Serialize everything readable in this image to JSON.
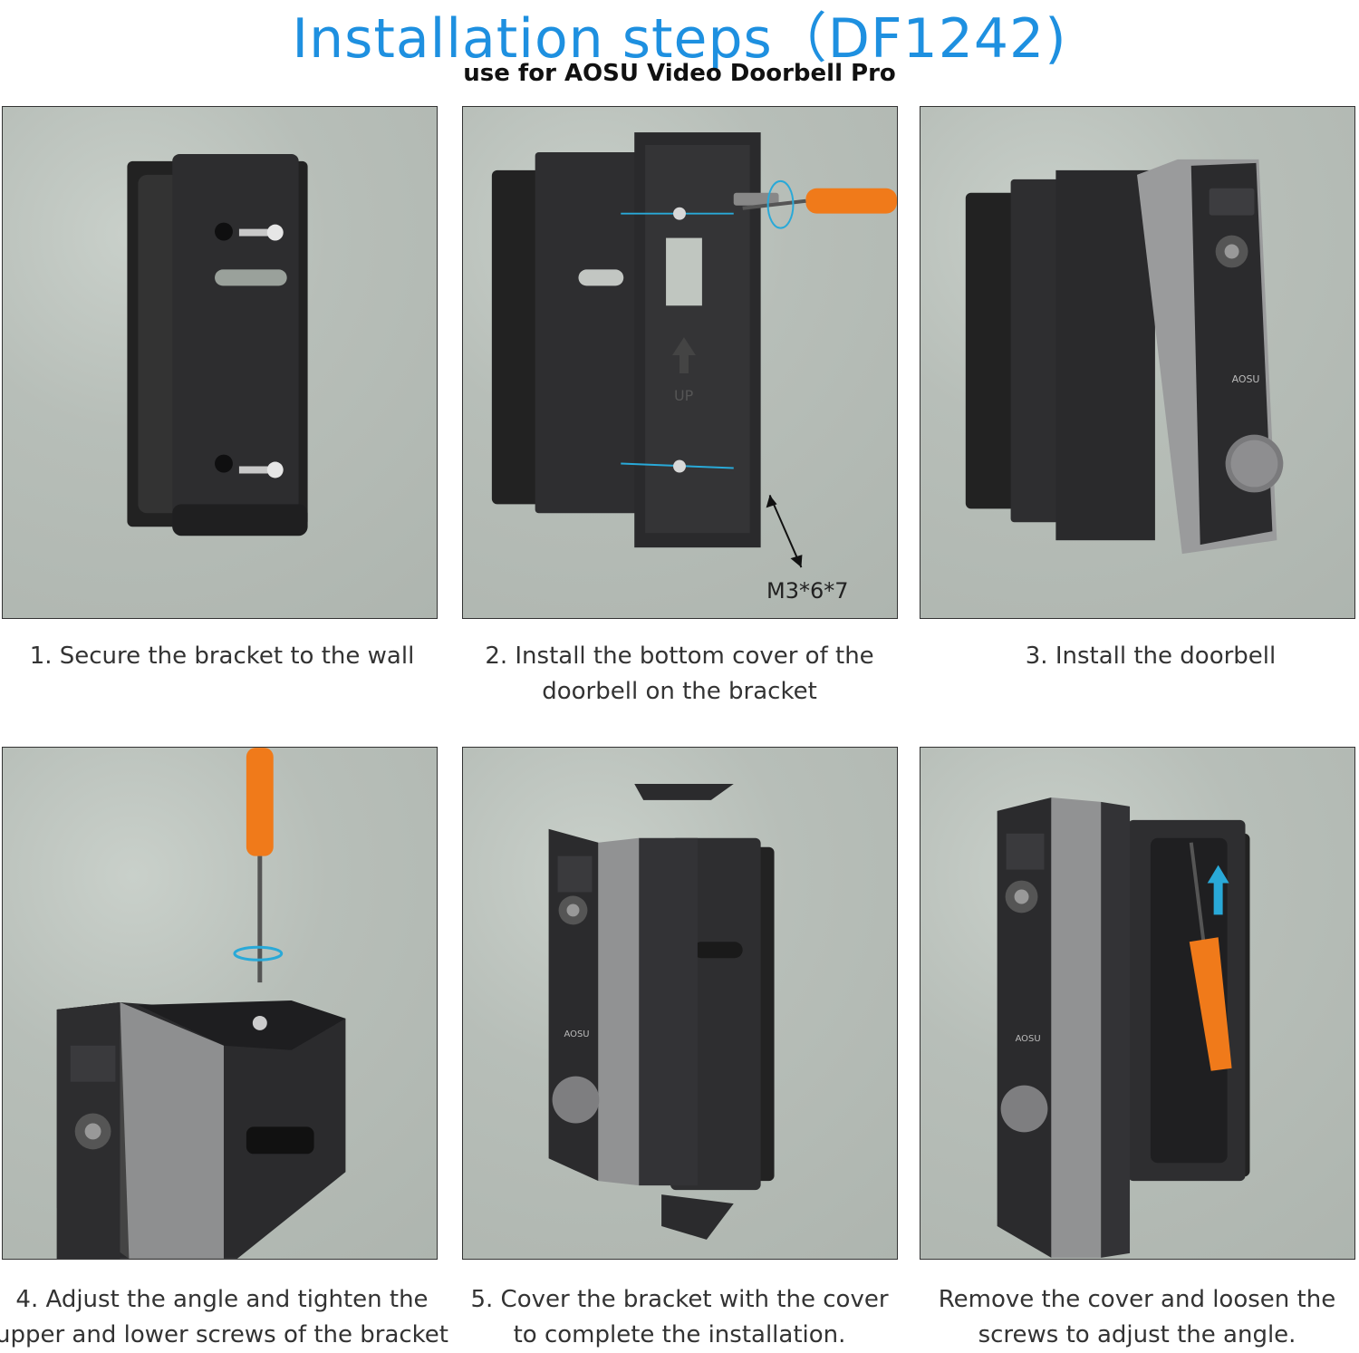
{
  "header": {
    "title": "Installation steps（DF1242)",
    "subtitle": "use for AOSU Video Doorbell Pro"
  },
  "steps": [
    {
      "caption_line1": "1. Secure the bracket to the wall",
      "caption_line2": ""
    },
    {
      "caption_line1": "2. Install the bottom cover of the",
      "caption_line2": "doorbell on the bracket",
      "screw_spec": "M3*6*7",
      "up_label": "UP"
    },
    {
      "caption_line1": "3. Install the doorbell",
      "caption_line2": "",
      "brand_label": "AOSU"
    },
    {
      "caption_line1": "4. Adjust the angle and tighten the",
      "caption_line2": "upper and lower screws of the bracket"
    },
    {
      "caption_line1": "5. Cover the bracket with the cover",
      "caption_line2": "to complete the installation.",
      "brand_label": "AOSU"
    },
    {
      "caption_line1": "Remove the cover and loosen the",
      "caption_line2": "screws to adjust the angle.",
      "brand_label": "AOSU"
    }
  ],
  "colors": {
    "title": "#1e90e0",
    "accent_arrow": "#29a9d8",
    "screwdriver": "#f07a1a",
    "bracket": "#2b2b2d",
    "doorbell_frame": "#9a9b9c",
    "wall": "#b8bfb9"
  }
}
